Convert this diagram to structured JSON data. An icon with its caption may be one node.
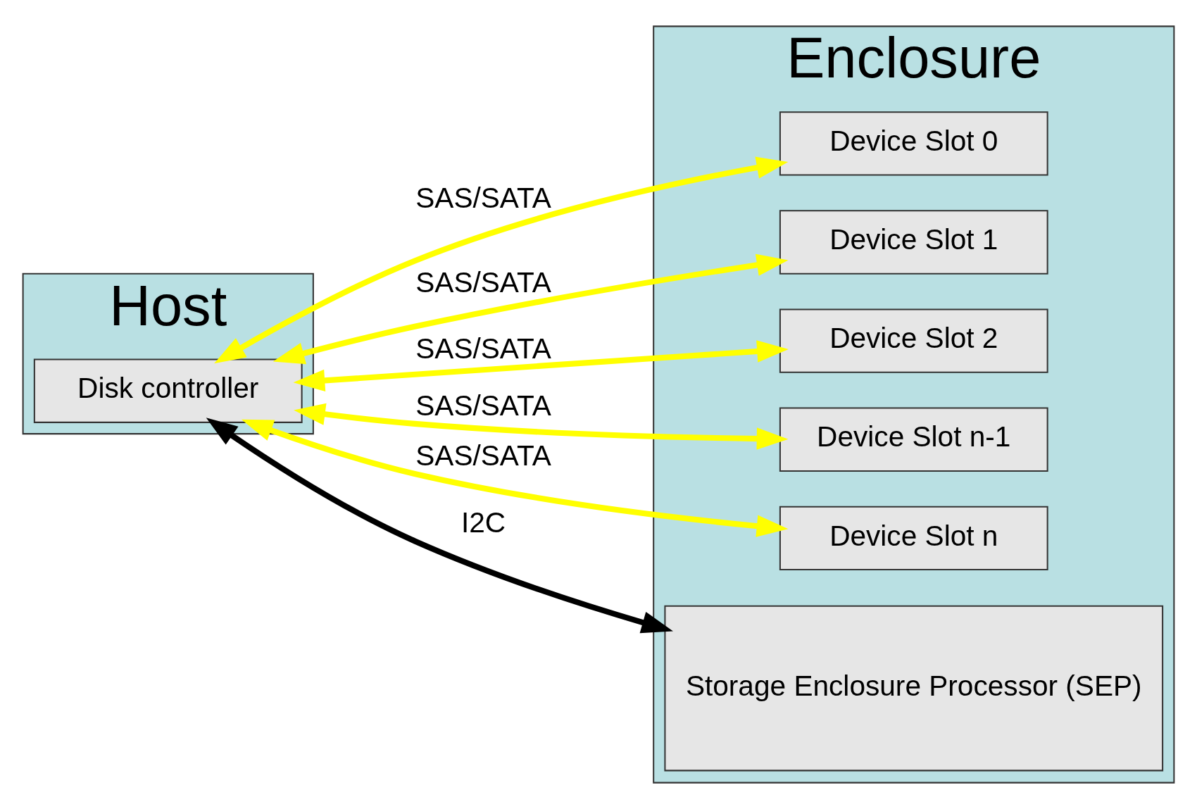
{
  "diagram": {
    "nodes": [
      {
        "text": [
          "Host"
        ]
      },
      {
        "text": [
          "Disk controller"
        ],
        "in": 0
      },
      {
        "text": [
          "Enclosure"
        ]
      },
      {
        "text": [
          "Device Slot 0"
        ],
        "in": 2
      },
      {
        "text": [
          "Device Slot 1"
        ],
        "in": 2
      },
      {
        "text": [
          "Device Slot 2"
        ],
        "in": 2
      },
      {
        "text": [
          "Device Slot n-1"
        ],
        "in": 2
      },
      {
        "text": [
          "Device Slot n"
        ],
        "in": 2
      },
      {
        "text": [
          "Storage Enclosure Processor (SEP)"
        ],
        "in": 2
      }
    ],
    "edges": [
      {
        "from": 1,
        "to": 3,
        "arrow": "both",
        "label": "SAS/SATA"
      },
      {
        "from": 1,
        "to": 4,
        "arrow": "both",
        "label": "SAS/SATA"
      },
      {
        "from": 1,
        "to": 5,
        "arrow": "both",
        "label": "SAS/SATA"
      },
      {
        "from": 1,
        "to": 6,
        "arrow": "both",
        "label": "SAS/SATA"
      },
      {
        "from": 1,
        "to": 7,
        "arrow": "both",
        "label": "SAS/SATA"
      },
      {
        "from": 1,
        "to": 8,
        "arrow": "both",
        "label": "I2C",
        "color": "#000000"
      }
    ]
  }
}
